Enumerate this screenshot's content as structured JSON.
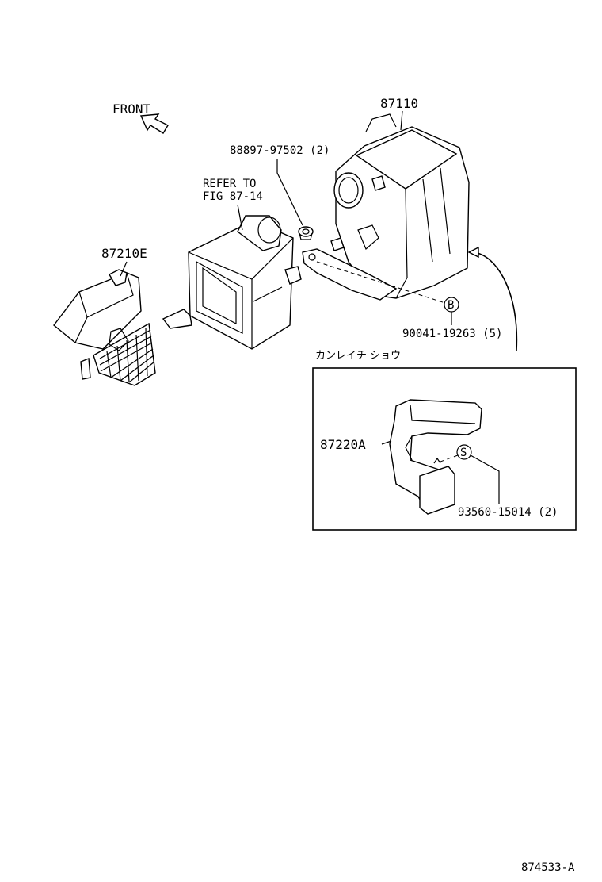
{
  "labels": {
    "front": "FRONT",
    "p87110": "87110",
    "p88897": "88897-97502 (2)",
    "refer1": "REFER TO",
    "refer2": "FIG 87-14",
    "p87210E": "87210E",
    "p90041": "90041-19263 (5)",
    "b_marker": "B",
    "inset_title": "カンレイチ ショウ",
    "p87220A": "87220A",
    "s_marker": "S",
    "p93560": "93560-15014 (2)",
    "figure_id": "874533-A"
  },
  "icons": {
    "front_arrow": "front-arrow-icon"
  }
}
